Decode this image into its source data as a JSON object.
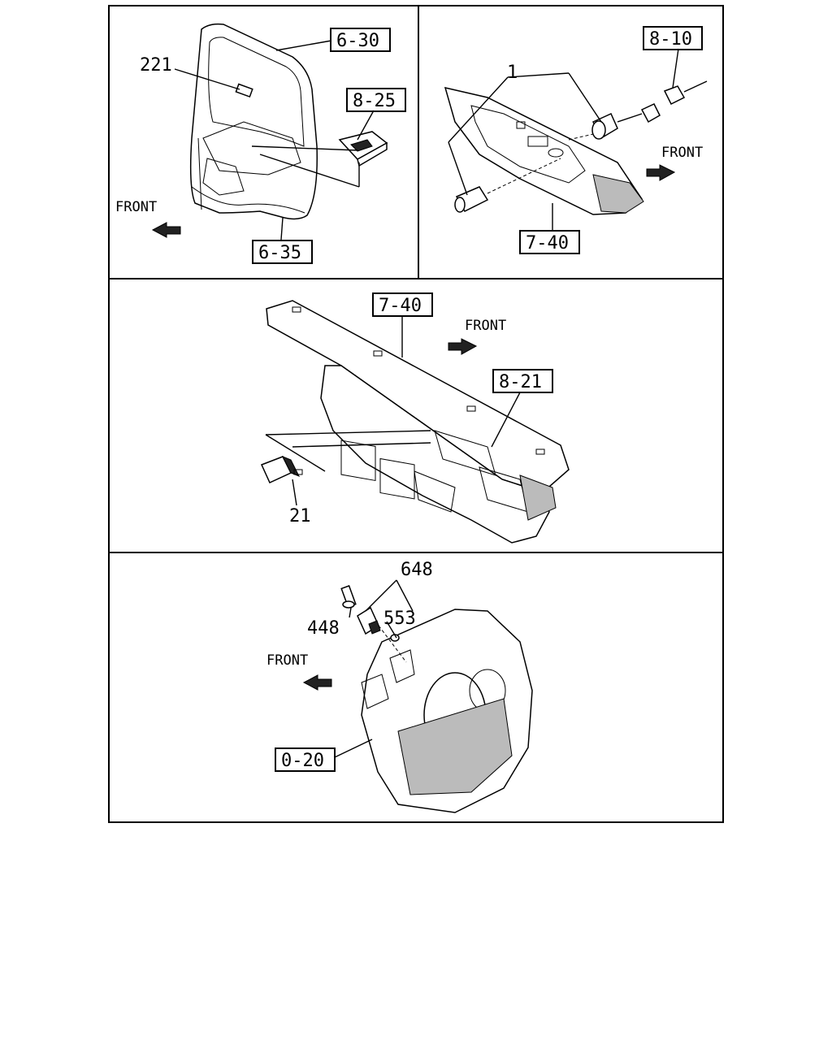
{
  "panels": [
    {
      "id": "door",
      "box_labels": [
        "6-30",
        "8-25",
        "6-35"
      ],
      "part_labels": [
        "221"
      ],
      "front": "FRONT"
    },
    {
      "id": "cluster",
      "box_labels": [
        "8-10",
        "7-40"
      ],
      "part_labels": [
        "1"
      ],
      "front": "FRONT"
    },
    {
      "id": "dashboard",
      "box_labels": [
        "7-40",
        "8-21"
      ],
      "part_labels": [
        "21"
      ],
      "front": "FRONT"
    },
    {
      "id": "flywheel-housing",
      "box_labels": [
        "0-20"
      ],
      "part_labels": [
        "648",
        "448",
        "553"
      ],
      "front": "FRONT"
    }
  ]
}
